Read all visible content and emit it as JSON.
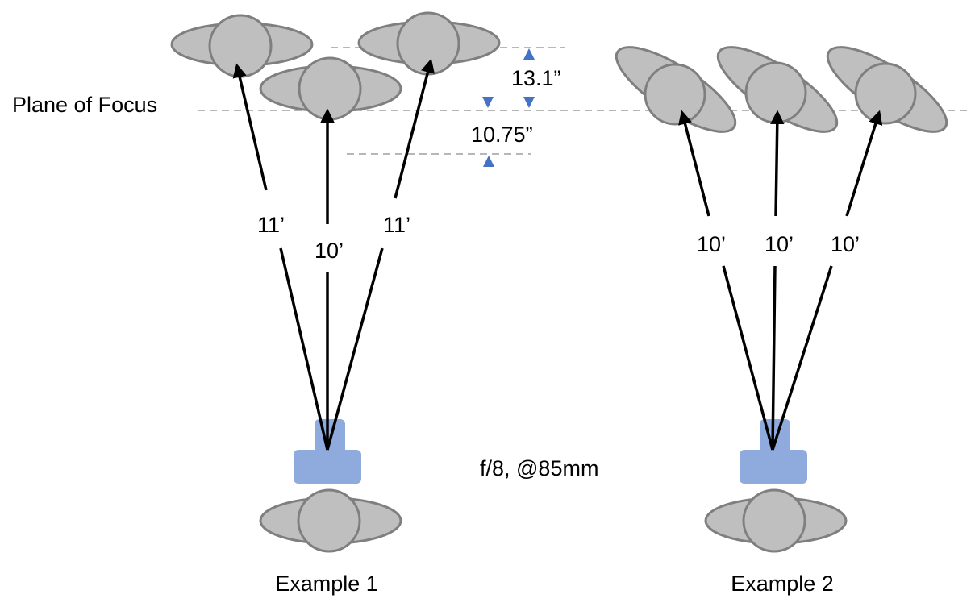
{
  "labels": {
    "plane_of_focus": "Plane of Focus",
    "dim_back": "13.1”",
    "dim_front": "10.75”",
    "exposure": "f/8, @85mm",
    "example1": "Example 1",
    "example2": "Example 2"
  },
  "example1": {
    "distances": [
      "11’",
      "10’",
      "11’"
    ]
  },
  "example2": {
    "distances": [
      "10’",
      "10’",
      "10’"
    ]
  },
  "colors": {
    "subject_fill": "#bfbfbf",
    "subject_stroke": "#7f7f7f",
    "camera": "#8faadc",
    "dimension_marker": "#4472c4",
    "ray": "#000000",
    "guide_line": "#8c8c8c"
  }
}
